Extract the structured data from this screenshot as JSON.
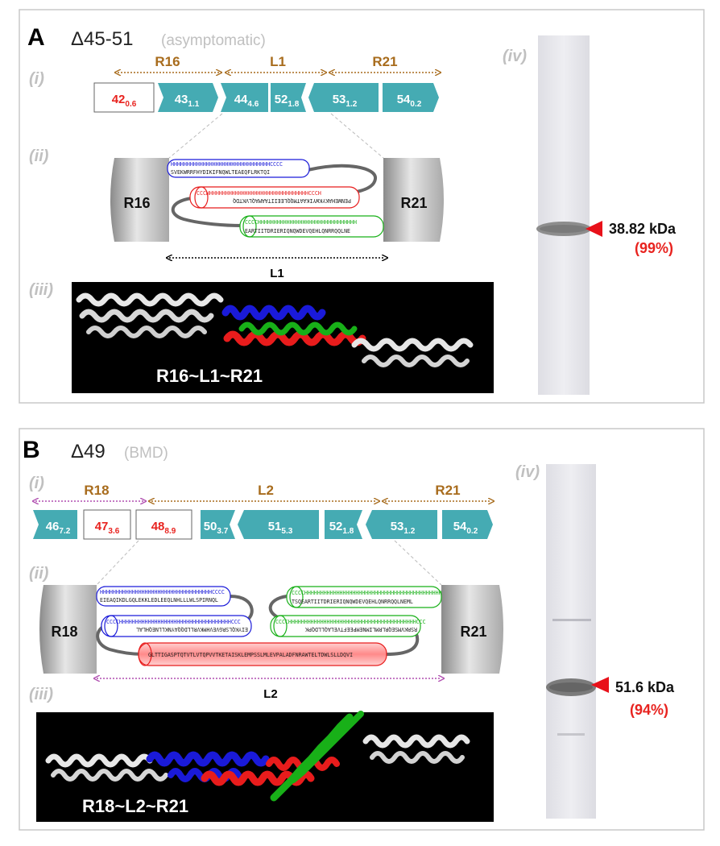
{
  "colors": {
    "exon_fill": "#45abb3",
    "out_of_frame_text": "#e8231f",
    "in_frame_text": "#ffffff",
    "region_arrow": "#a86c1d",
    "region_arrow_b": "#b04eb0",
    "roman": "#c0c0c0",
    "helix_blue": "#1a1ad9",
    "helix_red": "#e81c1c",
    "helix_green": "#18b018",
    "band_arrow": "#e8111a"
  },
  "panel_a": {
    "letter": "A",
    "title_main": "Δ45-51",
    "title_note": "(asymptomatic)",
    "row_labels": [
      "(i)",
      "(ii)",
      "(iii)",
      "(iv)"
    ],
    "regions": [
      "R16",
      "L1",
      "R21"
    ],
    "exons": [
      {
        "n": "42",
        "sub": "0.6",
        "frame": "out"
      },
      {
        "n": "43",
        "sub": "1.1",
        "frame": "in"
      },
      {
        "n": "44",
        "sub": "4.6",
        "frame": "in"
      },
      {
        "n": "52",
        "sub": "1.8",
        "frame": "in"
      },
      {
        "n": "53",
        "sub": "1.2",
        "frame": "in"
      },
      {
        "n": "54",
        "sub": "0.2",
        "frame": "in"
      }
    ],
    "repeat_left": "R16",
    "repeat_right": "R21",
    "linker_label": "L1",
    "helices": [
      {
        "color": "blue",
        "h": "HHHHHHHHHHHHHHHHHHHHHHHHHHHHHHHCCCC",
        "seq": "SVEKWRRFHYDIKIFNQWLTEAEQFLRKTQI"
      },
      {
        "color": "red",
        "h": "CCCHHHHHHHHHHHHHHHHHHHHHHHHHHHHHHHHCCCH",
        "seq": "PENWEHAKYKWYIKAATMQQLEEIITAAMAQLVKTDQ"
      },
      {
        "color": "green",
        "h": "CCCCHHHHHHHHHHHHHHHHHHHHHHHHHHHHHHH",
        "seq": "EARTIITDRIERIQNQWDEVQEHLQNRRQQLNE"
      }
    ],
    "structure_label": "R16~L1~R21",
    "band_mw": "38.82 kDa",
    "band_purity": "(99%)"
  },
  "panel_b": {
    "letter": "B",
    "title_main": "Δ49",
    "title_note": "(BMD)",
    "row_labels": [
      "(i)",
      "(ii)",
      "(iii)",
      "(iv)"
    ],
    "regions": [
      "R18",
      "L2",
      "R21"
    ],
    "exons": [
      {
        "n": "46",
        "sub": "7.2",
        "frame": "in"
      },
      {
        "n": "47",
        "sub": "3.6",
        "frame": "out"
      },
      {
        "n": "48",
        "sub": "8.9",
        "frame": "out"
      },
      {
        "n": "50",
        "sub": "3.7",
        "frame": "in"
      },
      {
        "n": "51",
        "sub": "5.3",
        "frame": "in"
      },
      {
        "n": "52",
        "sub": "1.8",
        "frame": "in"
      },
      {
        "n": "53",
        "sub": "1.2",
        "frame": "in"
      },
      {
        "n": "54",
        "sub": "0.2",
        "frame": "in"
      }
    ],
    "repeat_left": "R18",
    "repeat_right": "R21",
    "linker_label": "L2",
    "helices": [
      {
        "color": "blue",
        "h": "HHHHHHHHHHHHHHHHHHHHHHHHHHHHHHHHHHHCCCC",
        "seq": "EIEAQIKDLGQLEKKLEDLEEQLNHLLLWLSPIRNQL"
      },
      {
        "color": "blue",
        "h": "CCCCHHHHHHHHHHHHHHHHHHHHHHHHHHHHHHHHHHHCCC",
        "seq": "EIYKQLSRGVEVHMKVRLLDQQAYNKLLNEQHLAL"
      },
      {
        "color": "red",
        "h": "CCCCHHHHHHHHHHHHHHHHHHHHHHHHHHHHHHHHHHHHHHHHHHHHHHHHHHHHHHHHHHHHHHHHHHHHHHHHHHHHHHH",
        "seq": "GLTTIGASPTQTVTLVTQPVVTKETAISKLEMPSSLMLEVPALADFNRAWTELTDWLSLLDQVI"
      },
      {
        "color": "green",
        "h": "CCCCHHHHHHHHHHHHHHHHHHHHHHHHHHHHHHHHHHHHHHHHHHH",
        "seq": "TSQEARTIITDRIERIQNQWDEVQEHLQNRRQQLNEML"
      },
      {
        "color": "green",
        "h": "CCCCHHHHHHHHHHHHHHHHHHHHHHHHHHHHHHHHHHHHHHHHCCC",
        "seq": "RSRKVMSEQRLRMLIMNEMPEEFTVELAQLLDQPK"
      }
    ],
    "structure_label": "R18~L2~R21",
    "band_mw": "51.6 kDa",
    "band_purity": "(94%)"
  }
}
